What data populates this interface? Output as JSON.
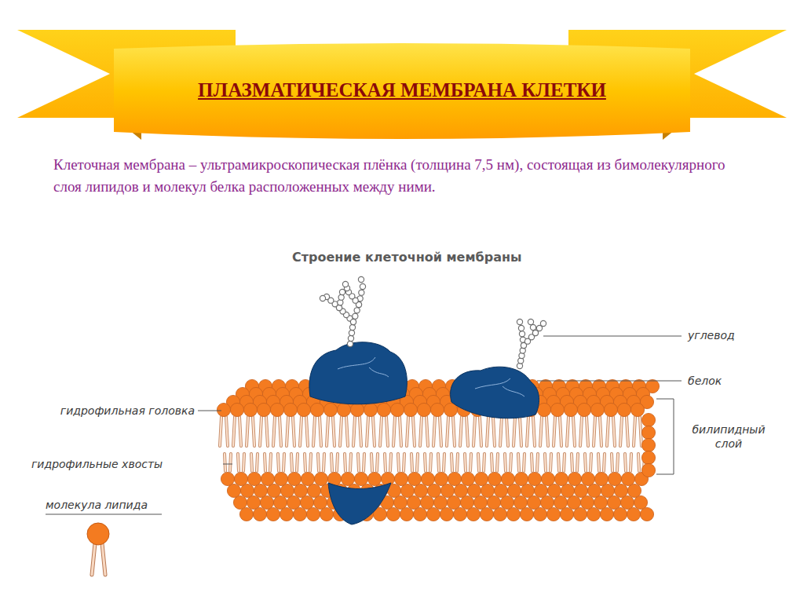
{
  "diagram": {
    "title": "ПЛАЗМАТИЧЕСКАЯ МЕМБРАНА КЛЕТКИ",
    "labels": [
      "Клеточная мембрана – ультрамикроскопическая плёнка (толщина 7,5 нм), состоящая из бимолекулярного слоя липидов и молекул белка расположенных между ними.",
      "Строение клеточной мембраны",
      "углевод",
      "белок",
      "билипидный слой",
      "гидрофильная головка",
      "гидрофильные хвосты",
      "молекула липида"
    ]
  }
}
